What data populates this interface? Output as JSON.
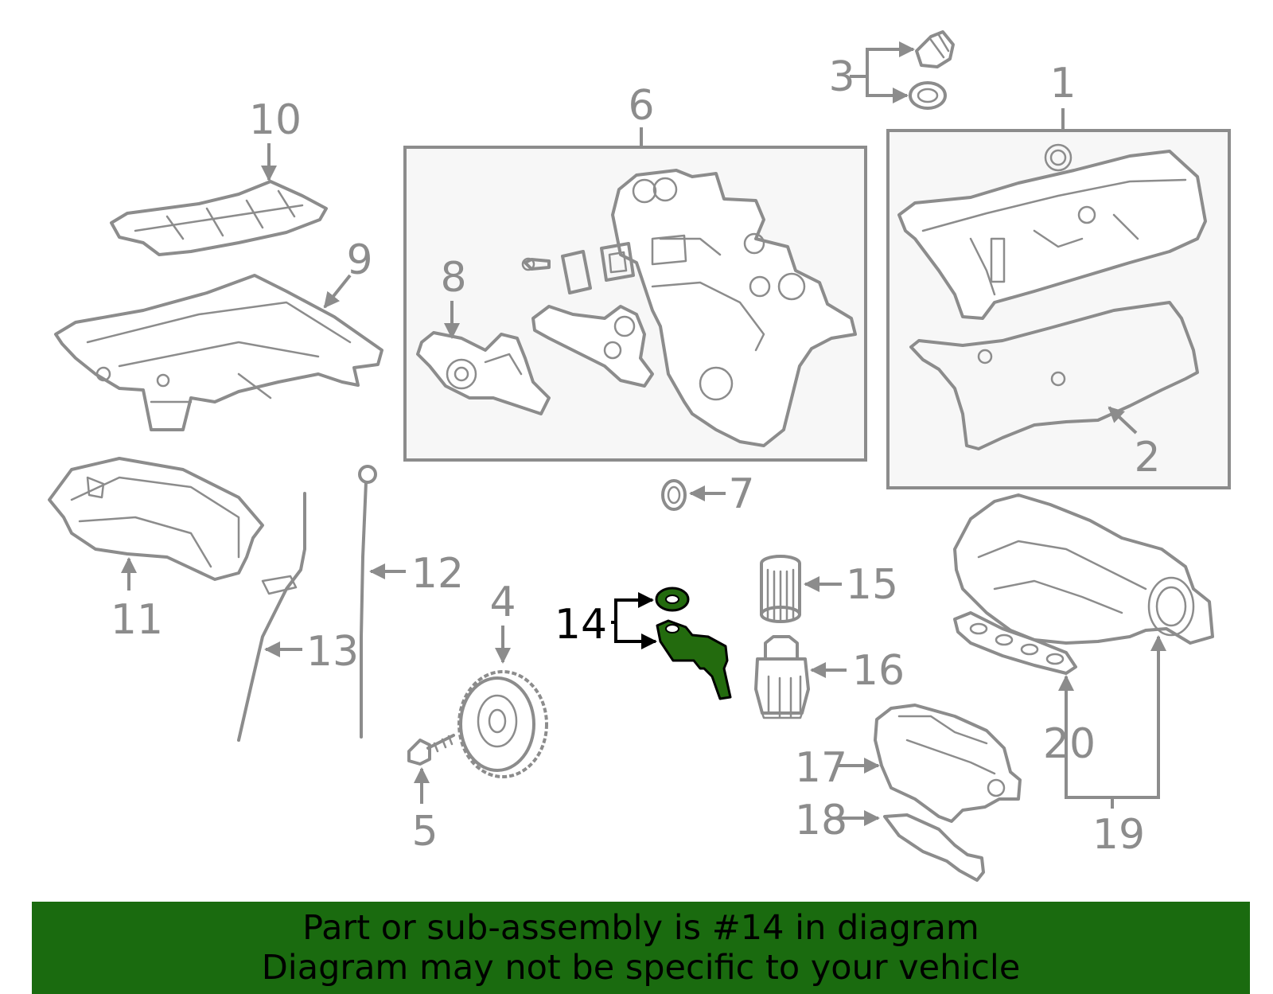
{
  "banner": {
    "line1": "Part or sub-assembly is #14 in diagram",
    "line2": "Diagram may not be specific to your vehicle",
    "background": "#1a6b0f"
  },
  "highlight_color": "#236b0e",
  "callouts": {
    "c1": "1",
    "c2": "2",
    "c3": "3",
    "c4": "4",
    "c5": "5",
    "c6": "6",
    "c7": "7",
    "c8": "8",
    "c9": "9",
    "c10": "10",
    "c11": "11",
    "c12": "12",
    "c13": "13",
    "c14": "14",
    "c15": "15",
    "c16": "16",
    "c17": "17",
    "c18": "18",
    "c19": "19",
    "c20": "20"
  },
  "highlighted_part": "14"
}
